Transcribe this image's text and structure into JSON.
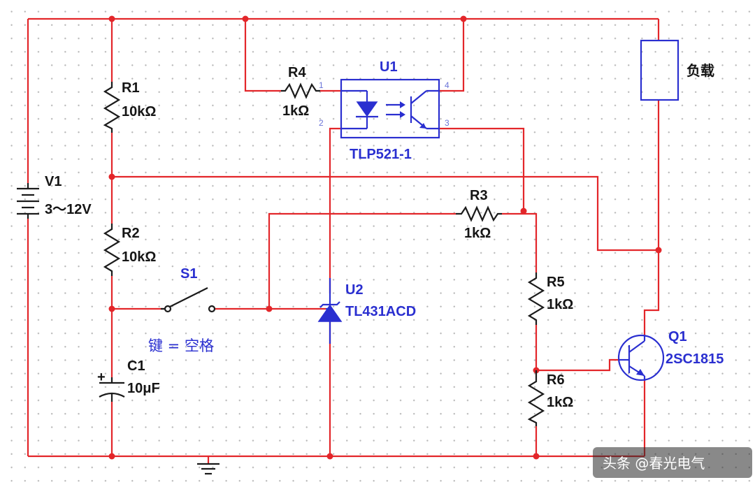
{
  "components": {
    "V1": {
      "ref": "V1",
      "value": "3～12V"
    },
    "R1": {
      "ref": "R1",
      "value": "10kΩ"
    },
    "R2": {
      "ref": "R2",
      "value": "10kΩ"
    },
    "R3": {
      "ref": "R3",
      "value": "1kΩ"
    },
    "R4": {
      "ref": "R4",
      "value": "1kΩ"
    },
    "R5": {
      "ref": "R5",
      "value": "1kΩ"
    },
    "R6": {
      "ref": "R6",
      "value": "1kΩ"
    },
    "C1": {
      "ref": "C1",
      "value": "10μF",
      "polarity": "+"
    },
    "S1": {
      "ref": "S1",
      "key_label": "键 = 空格"
    },
    "U1": {
      "ref": "U1",
      "part": "TLP521-1",
      "pins": [
        "1",
        "2",
        "3",
        "4"
      ]
    },
    "U2": {
      "ref": "U2",
      "part": "TL431ACD"
    },
    "Q1": {
      "ref": "Q1",
      "part": "2SC1815"
    },
    "load": {
      "label": "负载"
    }
  },
  "watermark": "头条 @春光电气",
  "colors": {
    "wire": "#e3262a",
    "component": "#1b1b1b",
    "highlight": "#2a2fd0"
  }
}
